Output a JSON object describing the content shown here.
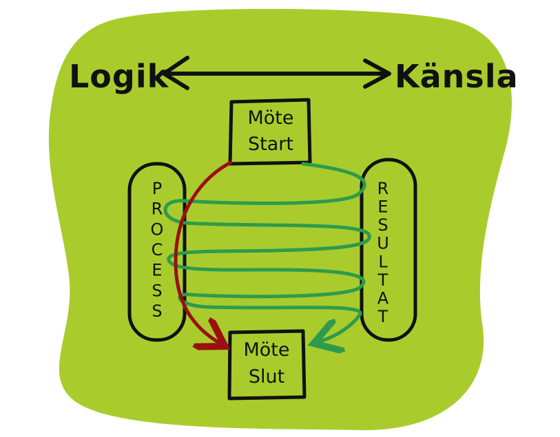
{
  "top": {
    "left_label": "Logik",
    "right_label": "Känsla"
  },
  "start_box": {
    "line1": "Möte",
    "line2": "Start"
  },
  "end_box": {
    "line1": "Möte",
    "line2": "Slut"
  },
  "left_pill": {
    "letters": [
      "P",
      "R",
      "O",
      "C",
      "E",
      "S",
      "S"
    ]
  },
  "right_pill": {
    "letters": [
      "R",
      "E",
      "S",
      "U",
      "L",
      "T",
      "A",
      "T"
    ]
  },
  "colors": {
    "blob": "#a9cc2c",
    "ink": "#111111",
    "green_path": "#2e9a4d",
    "red_path": "#9a1010"
  }
}
